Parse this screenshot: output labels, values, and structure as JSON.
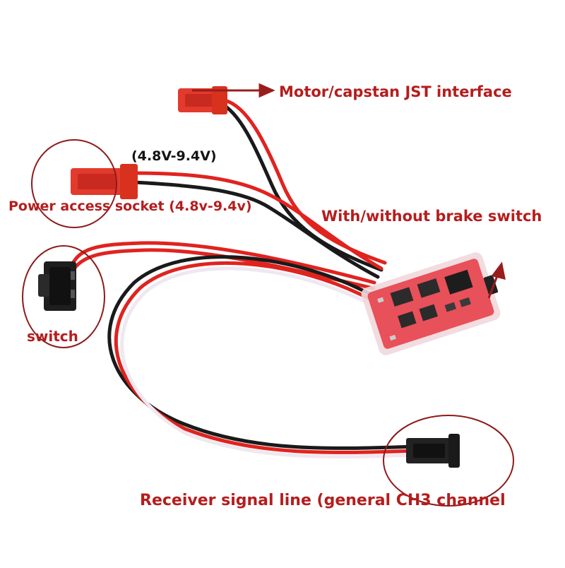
{
  "labels": {
    "motor_interface": "Motor/capstan JST interface",
    "voltage_range": "(4.8V-9.4V)",
    "power_socket": "Power access socket (4.8v-9.4v)",
    "brake_switch": "With/without brake switch",
    "switch": "switch",
    "receiver_signal": "Receiver signal line (general CH3 channel"
  },
  "colors": {
    "annotation_red": "#b51d1d",
    "wire_red": "#e0231f",
    "wire_black": "#1a1a1a",
    "connector_red": "#e23a2c",
    "pcb_red": "#e8505a"
  }
}
